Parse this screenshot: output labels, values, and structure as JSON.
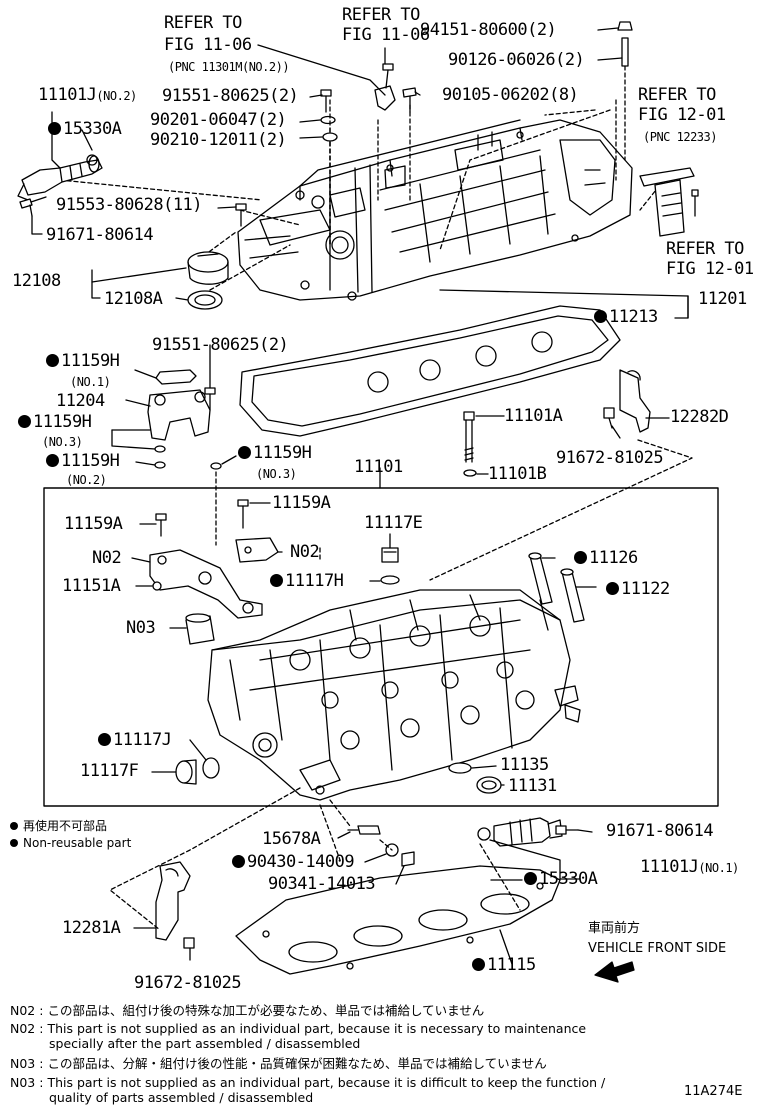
{
  "refs": {
    "refer1_a": "REFER TO",
    "refer1_b": "FIG 11-06",
    "refer1_c": "(PNC 11301M(NO.2))",
    "refer2_a": "REFER TO",
    "refer2_b": "FIG 11-06",
    "refer3_a": "REFER TO",
    "refer3_b": "FIG 12-01",
    "refer3_c": "(PNC 12233)",
    "refer4_a": "REFER TO",
    "refer4_b": "FIG 12-01"
  },
  "parts": {
    "p94151": "94151-80600(2)",
    "p90126": "90126-06026(2)",
    "p11101J_top": "11101J",
    "p11101J_top_sub": "(NO.2)",
    "p91551_a": "91551-80625(2)",
    "p90105": "90105-06202(8)",
    "p15330A_top": "15330A",
    "p90201": "90201-06047(2)",
    "p90210": "90210-12011(2)",
    "p91553": "91553-80628(11)",
    "p91671_top": "91671-80614",
    "p12108": "12108",
    "p12108A": "12108A",
    "p11201": "11201",
    "p11213": "11213",
    "p11159H_1": "11159H",
    "p11159H_1_sub": "(NO.1)",
    "p91551_b": "91551-80625(2)",
    "p11204": "11204",
    "p11159H_3": "11159H",
    "p11159H_3_sub": "(NO.3)",
    "p11101A": "11101A",
    "p12282D": "12282D",
    "p11159H_2": "11159H",
    "p11159H_2_sub": "(NO.2)",
    "p11159H_3b": "11159H",
    "p11159H_3b_sub": "(NO.3)",
    "p91672_top": "91672-81025",
    "p11101B": "11101B",
    "p11101": "11101",
    "p11159A_l": "11159A",
    "p11159A_r": "11159A",
    "p11117E": "11117E",
    "pN02_l": "N02",
    "pN02_r": "N02",
    "p11126": "11126",
    "p11151A": "11151A",
    "p11117H": "11117H",
    "p11122": "11122",
    "pN03": "N03",
    "p11117J": "11117J",
    "p11117F": "11117F",
    "p11135": "11135",
    "p11131": "11131",
    "p15678A": "15678A",
    "p91671_bot": "91671-80614",
    "p90430": "90430-14009",
    "p11101J_bot": "11101J",
    "p11101J_bot_sub": "(NO.1)",
    "p90341": "90341-14013",
    "p15330A_bot": "15330A",
    "p12281A": "12281A",
    "p11115": "11115",
    "p91672_bot": "91672-81025"
  },
  "legend": {
    "jp": "再使用不可部品",
    "en": "Non-reusable part"
  },
  "front": {
    "jp": "車両前方",
    "en": "VEHICLE FRONT SIDE"
  },
  "notes": {
    "n02_jp_k": "N02 :",
    "n02_jp": "この部品は、組付け後の特殊な加工が必要なため、単品では補給していません",
    "n02_en_k": "N02 :",
    "n02_en1": "This part is not supplied as an individual part, because it is necessary to maintenance",
    "n02_en2": "specially after the part assembled / disassembled",
    "n03_jp_k": "N03 :",
    "n03_jp": "この部品は、分解・組付け後の性能・品質確保が困難なため、単品では補給していません",
    "n03_en_k": "N03 :",
    "n03_en1": "This part is not supplied as an individual part, because it is difficult to keep the function /",
    "n03_en2": "quality of parts  assembled / disassembled"
  },
  "code": "11A274E"
}
